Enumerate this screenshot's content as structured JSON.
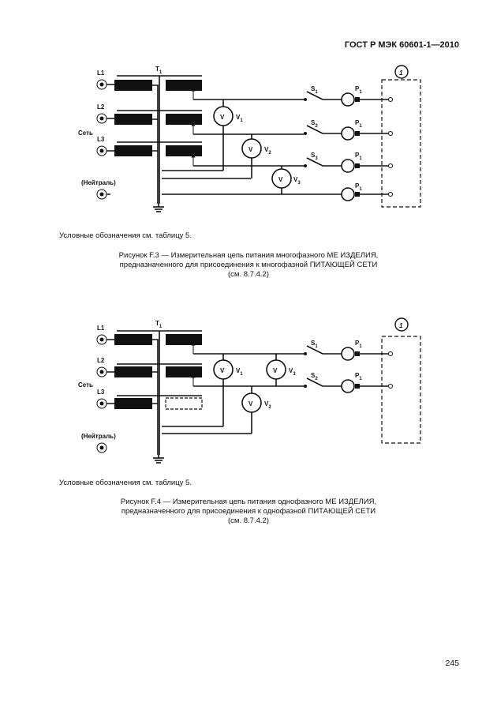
{
  "header": "ГОСТ Р МЭК 60601-1—2010",
  "page_number": "245",
  "figure3": {
    "labels": {
      "L1": "L1",
      "L2": "L2",
      "L3": "L3",
      "mains": "Сеть",
      "neutral": "(Нейтраль)",
      "T": "T",
      "T_sub": "1",
      "V": "V",
      "V1_name": "V",
      "V1_sub": "1",
      "V2_name": "V",
      "V2_sub": "2",
      "V3_name": "V",
      "V3_sub": "3",
      "S1": "S",
      "S1_sub": "1",
      "S2": "S",
      "S2_sub": "2",
      "S3": "S",
      "S3_sub": "3",
      "P": "P",
      "P_sub": "1",
      "box": "1"
    },
    "note": "Условные обозначения см. таблицу 5.",
    "caption": [
      "Рисунок F.3 — Измерительная цепь питания многофазного МЕ ИЗДЕЛИЯ,",
      "предназначенного для присоединения к многофазной ПИТАЮЩЕЙ СЕТИ",
      "(см. 8.7.4.2)"
    ]
  },
  "figure4": {
    "labels": {
      "L1": "L1",
      "L2": "L2",
      "L3": "L3",
      "mains": "Сеть",
      "neutral": "(Нейтраль)",
      "T": "T",
      "T_sub": "1",
      "V": "V",
      "V1_name": "V",
      "V1_sub": "1",
      "V2_name": "V",
      "V2_sub": "2",
      "V3_name": "V",
      "V3_sub": "3",
      "S1": "S",
      "S1_sub": "1",
      "S2": "S",
      "S2_sub": "2",
      "P": "P",
      "P_sub": "1",
      "box": "1"
    },
    "note": "Условные обозначения см. таблицу 5.",
    "caption": [
      "Рисунок F.4 — Измерительная цепь питания однофазного МЕ ИЗДЕЛИЯ,",
      "предназначенного для присоединения к однофазной ПИТАЮЩЕЙ СЕТИ",
      "(см. 8.7.4.2)"
    ]
  }
}
